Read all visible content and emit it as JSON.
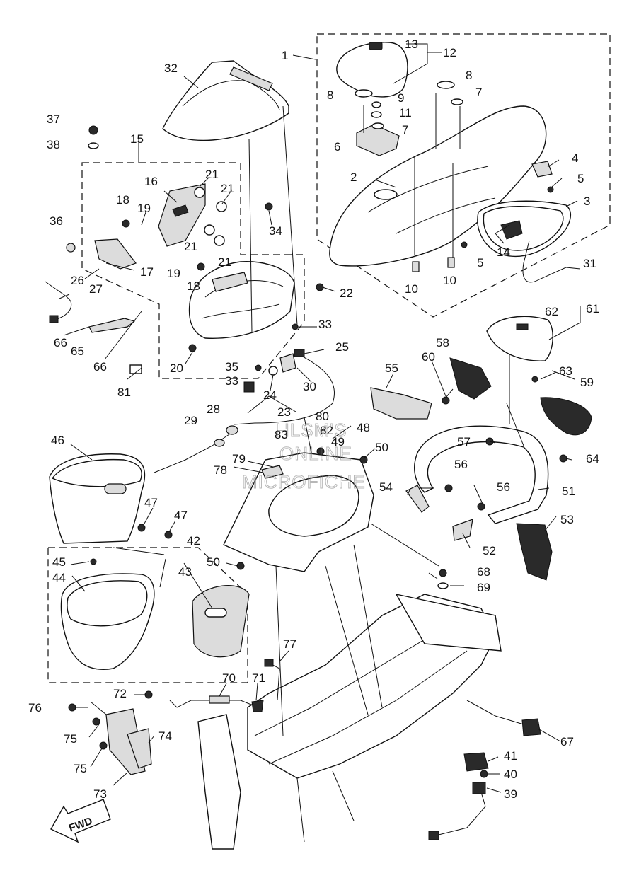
{
  "watermark": [
    "HLSM'S",
    "ONLINE",
    "MICROFICHE"
  ],
  "fwd_label": "FWD",
  "callouts": [
    {
      "id": "c1",
      "text": "1"
    },
    {
      "id": "c2",
      "text": "2"
    },
    {
      "id": "c3",
      "text": "3"
    },
    {
      "id": "c4",
      "text": "4"
    },
    {
      "id": "c5a",
      "text": "5"
    },
    {
      "id": "c5b",
      "text": "5"
    },
    {
      "id": "c6",
      "text": "6"
    },
    {
      "id": "c7a",
      "text": "7"
    },
    {
      "id": "c7b",
      "text": "7"
    },
    {
      "id": "c8a",
      "text": "8"
    },
    {
      "id": "c8b",
      "text": "8"
    },
    {
      "id": "c9",
      "text": "9"
    },
    {
      "id": "c10a",
      "text": "10"
    },
    {
      "id": "c10b",
      "text": "10"
    },
    {
      "id": "c11",
      "text": "11"
    },
    {
      "id": "c12",
      "text": "12"
    },
    {
      "id": "c13",
      "text": "13"
    },
    {
      "id": "c14",
      "text": "14"
    },
    {
      "id": "c15",
      "text": "15"
    },
    {
      "id": "c16",
      "text": "16"
    },
    {
      "id": "c17",
      "text": "17"
    },
    {
      "id": "c18a",
      "text": "18"
    },
    {
      "id": "c18b",
      "text": "18"
    },
    {
      "id": "c19a",
      "text": "19"
    },
    {
      "id": "c19b",
      "text": "19"
    },
    {
      "id": "c20",
      "text": "20"
    },
    {
      "id": "c21a",
      "text": "21"
    },
    {
      "id": "c21b",
      "text": "21"
    },
    {
      "id": "c21c",
      "text": "21"
    },
    {
      "id": "c21d",
      "text": "21"
    },
    {
      "id": "c22",
      "text": "22"
    },
    {
      "id": "c23",
      "text": "23"
    },
    {
      "id": "c24",
      "text": "24"
    },
    {
      "id": "c25",
      "text": "25"
    },
    {
      "id": "c26",
      "text": "26"
    },
    {
      "id": "c27",
      "text": "27"
    },
    {
      "id": "c28",
      "text": "28"
    },
    {
      "id": "c29",
      "text": "29"
    },
    {
      "id": "c30",
      "text": "30"
    },
    {
      "id": "c31",
      "text": "31"
    },
    {
      "id": "c32",
      "text": "32"
    },
    {
      "id": "c33a",
      "text": "33"
    },
    {
      "id": "c33b",
      "text": "33"
    },
    {
      "id": "c34",
      "text": "34"
    },
    {
      "id": "c35",
      "text": "35"
    },
    {
      "id": "c36",
      "text": "36"
    },
    {
      "id": "c37",
      "text": "37"
    },
    {
      "id": "c38",
      "text": "38"
    },
    {
      "id": "c39",
      "text": "39"
    },
    {
      "id": "c40",
      "text": "40"
    },
    {
      "id": "c41",
      "text": "41"
    },
    {
      "id": "c42",
      "text": "42"
    },
    {
      "id": "c43",
      "text": "43"
    },
    {
      "id": "c44",
      "text": "44"
    },
    {
      "id": "c45",
      "text": "45"
    },
    {
      "id": "c46",
      "text": "46"
    },
    {
      "id": "c47a",
      "text": "47"
    },
    {
      "id": "c47b",
      "text": "47"
    },
    {
      "id": "c48",
      "text": "48"
    },
    {
      "id": "c49",
      "text": "49"
    },
    {
      "id": "c50a",
      "text": "50"
    },
    {
      "id": "c50b",
      "text": "50"
    },
    {
      "id": "c51",
      "text": "51"
    },
    {
      "id": "c52",
      "text": "52"
    },
    {
      "id": "c53",
      "text": "53"
    },
    {
      "id": "c54",
      "text": "54"
    },
    {
      "id": "c55",
      "text": "55"
    },
    {
      "id": "c56a",
      "text": "56"
    },
    {
      "id": "c56b",
      "text": "56"
    },
    {
      "id": "c57",
      "text": "57"
    },
    {
      "id": "c58",
      "text": "58"
    },
    {
      "id": "c59",
      "text": "59"
    },
    {
      "id": "c60",
      "text": "60"
    },
    {
      "id": "c61",
      "text": "61"
    },
    {
      "id": "c62",
      "text": "62"
    },
    {
      "id": "c63",
      "text": "63"
    },
    {
      "id": "c64",
      "text": "64"
    },
    {
      "id": "c65",
      "text": "65"
    },
    {
      "id": "c66a",
      "text": "66"
    },
    {
      "id": "c66b",
      "text": "66"
    },
    {
      "id": "c67",
      "text": "67"
    },
    {
      "id": "c68",
      "text": "68"
    },
    {
      "id": "c69",
      "text": "69"
    },
    {
      "id": "c70",
      "text": "70"
    },
    {
      "id": "c71",
      "text": "71"
    },
    {
      "id": "c72",
      "text": "72"
    },
    {
      "id": "c73",
      "text": "73"
    },
    {
      "id": "c74",
      "text": "74"
    },
    {
      "id": "c75a",
      "text": "75"
    },
    {
      "id": "c75b",
      "text": "75"
    },
    {
      "id": "c76",
      "text": "76"
    },
    {
      "id": "c77",
      "text": "77"
    },
    {
      "id": "c78",
      "text": "78"
    },
    {
      "id": "c79",
      "text": "79"
    },
    {
      "id": "c80",
      "text": "80"
    },
    {
      "id": "c81",
      "text": "81"
    },
    {
      "id": "c82",
      "text": "82"
    },
    {
      "id": "c83",
      "text": "83"
    }
  ]
}
